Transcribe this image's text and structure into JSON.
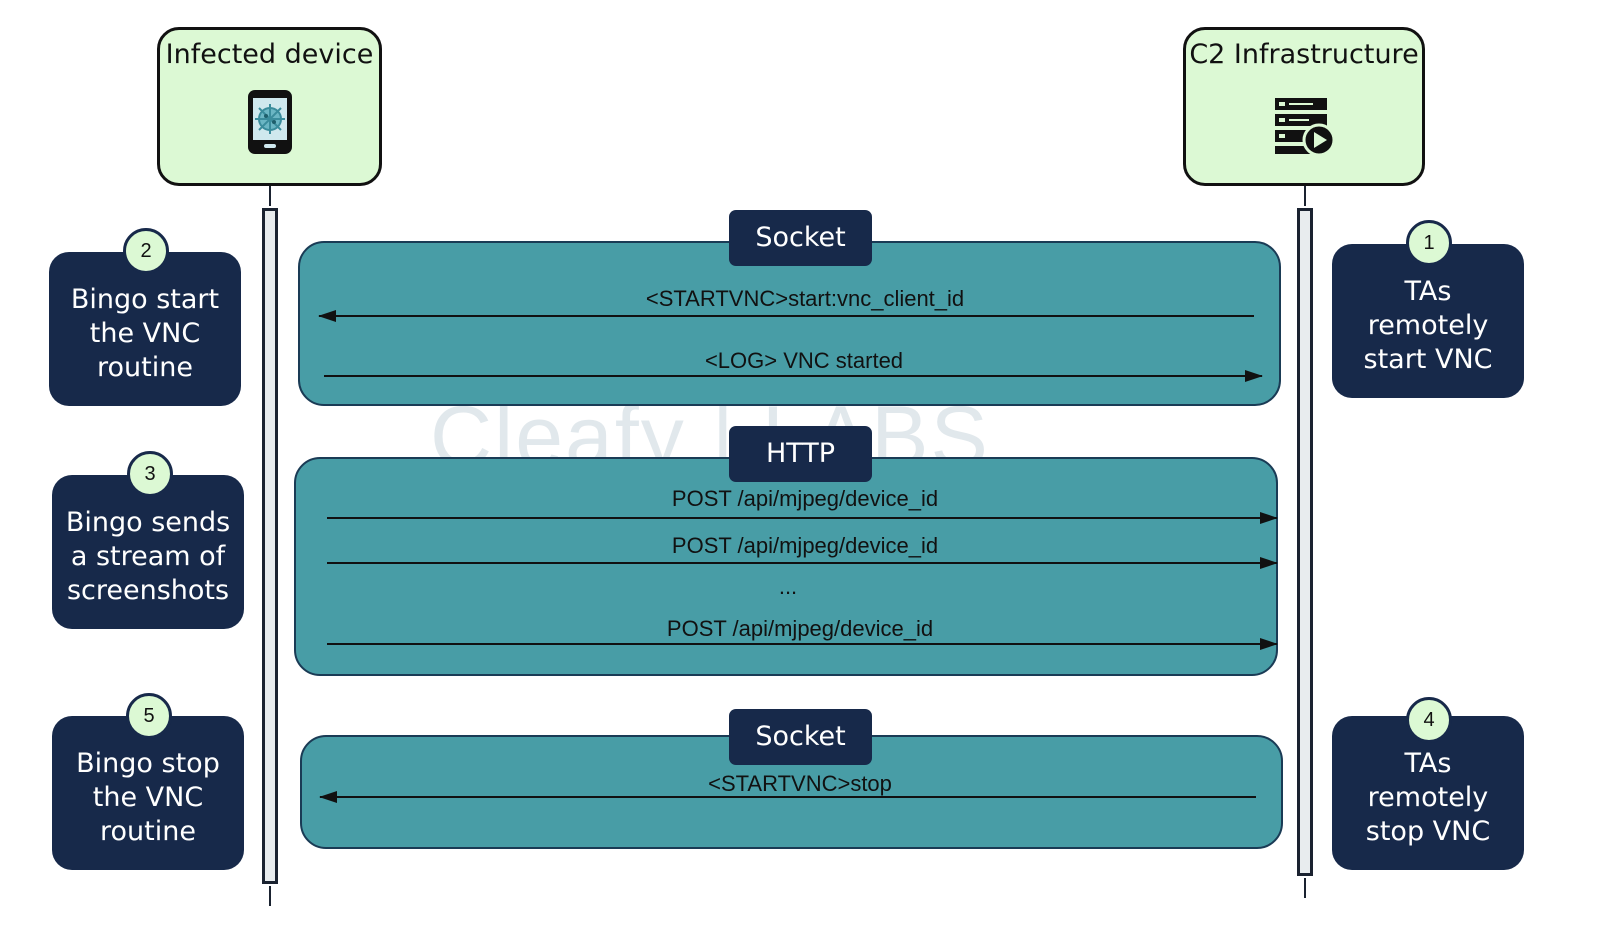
{
  "actors": {
    "left": {
      "title": "Infected device",
      "icon": "infected-phone-icon"
    },
    "right": {
      "title": "C2 Infrastructure",
      "icon": "server-play-icon"
    }
  },
  "watermark": "Cleafy | LABS",
  "groups": [
    {
      "label": "Socket",
      "messages": [
        "<STARTVNC>start:vnc_client_id",
        "<LOG> VNC started"
      ]
    },
    {
      "label": "HTTP",
      "messages": [
        "POST /api/mjpeg/device_id",
        "POST /api/mjpeg/device_id",
        "...",
        "POST /api/mjpeg/device_id"
      ]
    },
    {
      "label": "Socket",
      "messages": [
        "<STARTVNC>stop"
      ]
    }
  ],
  "steps": [
    {
      "number": "1",
      "text": "TAs\nremotely\nstart VNC"
    },
    {
      "number": "2",
      "text": "Bingo start\nthe VNC\nroutine"
    },
    {
      "number": "3",
      "text": "Bingo sends\na stream of\nscreenshots"
    },
    {
      "number": "4",
      "text": "TAs\nremotely\nstop VNC"
    },
    {
      "number": "5",
      "text": "Bingo stop\nthe VNC\nroutine"
    }
  ],
  "colors": {
    "actor_fill": "#dcf9d4",
    "group_fill": "#489da6",
    "label_fill": "#17294a",
    "arrow": "#111111"
  }
}
